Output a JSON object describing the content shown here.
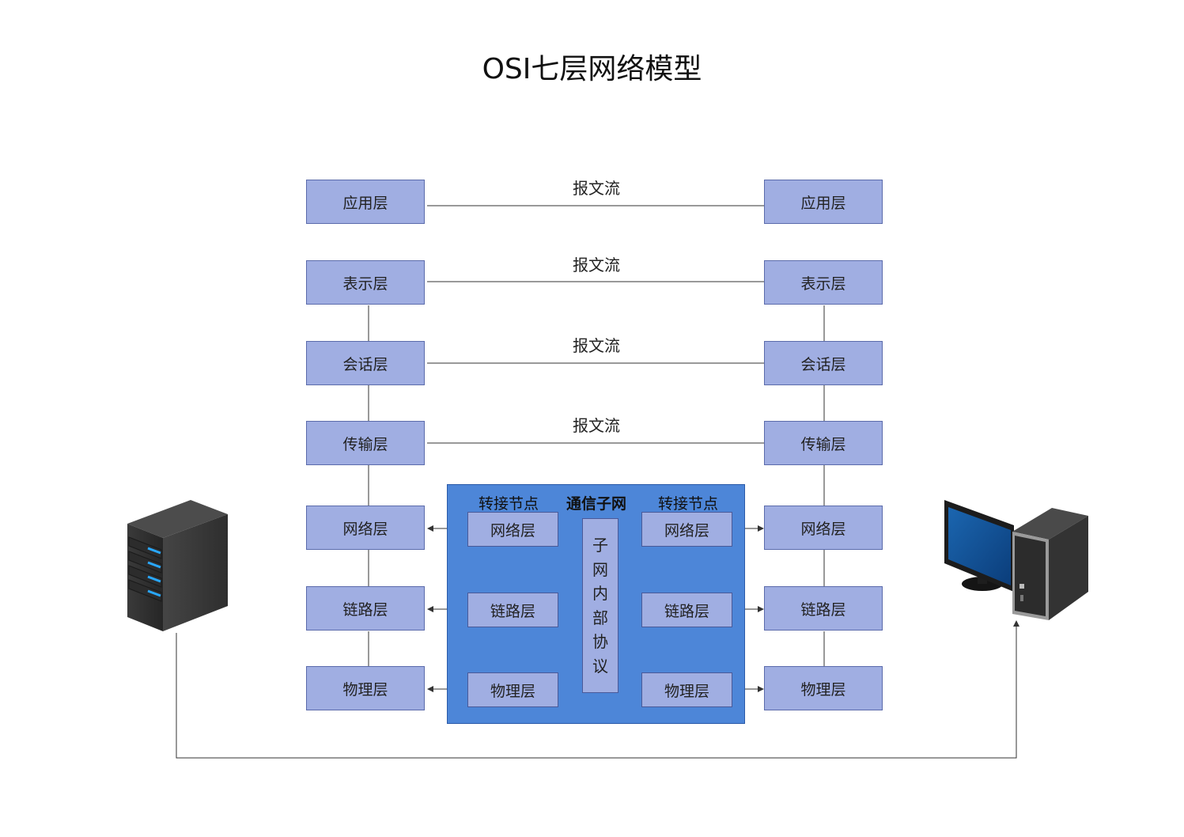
{
  "title": "OSI七层网络模型",
  "left_stack": [
    "应用层",
    "表示层",
    "会话层",
    "传输层",
    "网络层",
    "链路层",
    "物理层"
  ],
  "right_stack": [
    "应用层",
    "表示层",
    "会话层",
    "传输层",
    "网络层",
    "链路层",
    "物理层"
  ],
  "flow_labels": [
    "报文流",
    "报文流",
    "报文流",
    "报文流"
  ],
  "subnet": {
    "title": "通信子网",
    "left_node_label": "转接节点",
    "right_node_label": "转接节点",
    "left_node_layers": [
      "网络层",
      "链路层",
      "物理层"
    ],
    "right_node_layers": [
      "网络层",
      "链路层",
      "物理层"
    ],
    "protocol_chars": [
      "子",
      "网",
      "内",
      "部",
      "协",
      "议"
    ]
  },
  "icons": {
    "left_device": "server-tower-icon",
    "right_device": "desktop-computer-icon"
  },
  "colors": {
    "layer_box": "#a0aee2",
    "subnet_bg": "#4d86d8",
    "line": "#333333"
  }
}
